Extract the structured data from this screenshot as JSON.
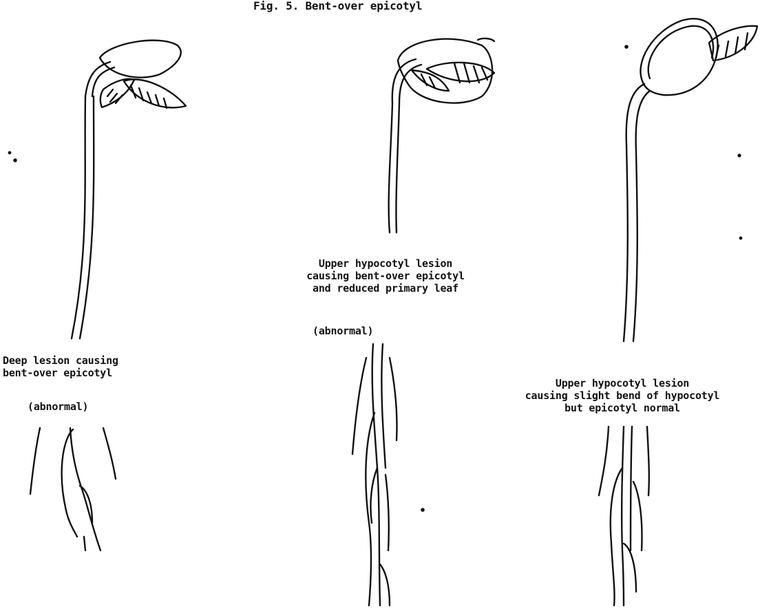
{
  "figure": {
    "title": "Fig. 5. Bent-over epicotyl"
  },
  "seedlings": [
    {
      "caption_lines": [
        "Deep lesion causing",
        "bent-over epicotyl"
      ],
      "status": "(abnormal)"
    },
    {
      "caption_lines": [
        "Upper hypocotyl lesion",
        "causing bent-over epicotyl",
        "and reduced primary leaf"
      ],
      "status": "(abnormal)"
    },
    {
      "caption_lines": [
        "Upper hypocotyl lesion",
        "causing slight bend of hypocotyl",
        "but epicotyl normal"
      ]
    }
  ]
}
